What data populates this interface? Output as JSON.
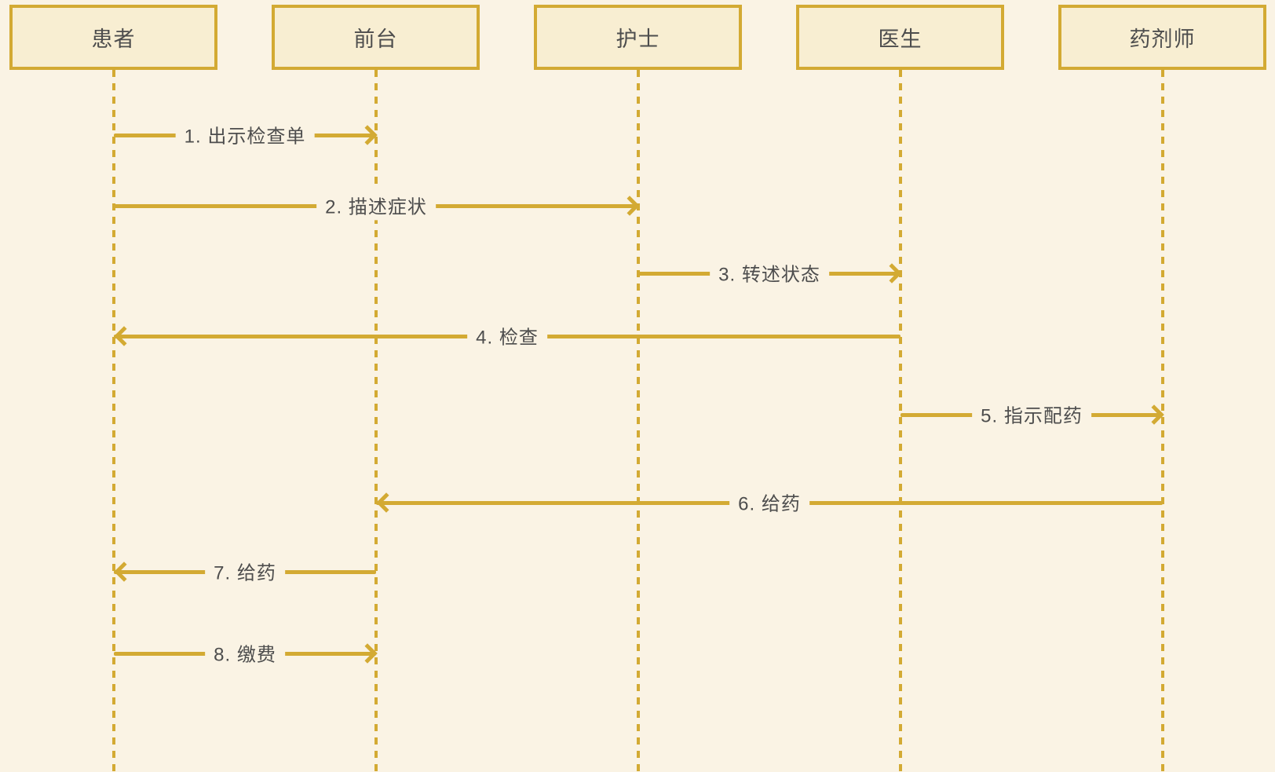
{
  "diagram": {
    "kind": "sequence-diagram",
    "actors": [
      {
        "id": "patient",
        "label": "患者"
      },
      {
        "id": "front-desk",
        "label": "前台"
      },
      {
        "id": "nurse",
        "label": "护士"
      },
      {
        "id": "doctor",
        "label": "医生"
      },
      {
        "id": "pharmacist",
        "label": "药剂师"
      }
    ],
    "messages": [
      {
        "seq": 1,
        "label": "1. 出示检查单",
        "from": "患者",
        "to": "前台"
      },
      {
        "seq": 2,
        "label": "2. 描述症状",
        "from": "患者",
        "to": "护士"
      },
      {
        "seq": 3,
        "label": "3. 转述状态",
        "from": "护士",
        "to": "医生"
      },
      {
        "seq": 4,
        "label": "4. 检查",
        "from": "医生",
        "to": "患者"
      },
      {
        "seq": 5,
        "label": "5. 指示配药",
        "from": "医生",
        "to": "药剂师"
      },
      {
        "seq": 6,
        "label": "6. 给药",
        "from": "药剂师",
        "to": "前台"
      },
      {
        "seq": 7,
        "label": "7. 给药",
        "from": "前台",
        "to": "患者"
      },
      {
        "seq": 8,
        "label": "8. 缴费",
        "from": "患者",
        "to": "前台"
      }
    ],
    "colors": {
      "background": "#FAF3E4",
      "actor_fill": "#F8EED2",
      "accent_gold": "#D3AA33",
      "text": "#4D4D4D"
    }
  }
}
